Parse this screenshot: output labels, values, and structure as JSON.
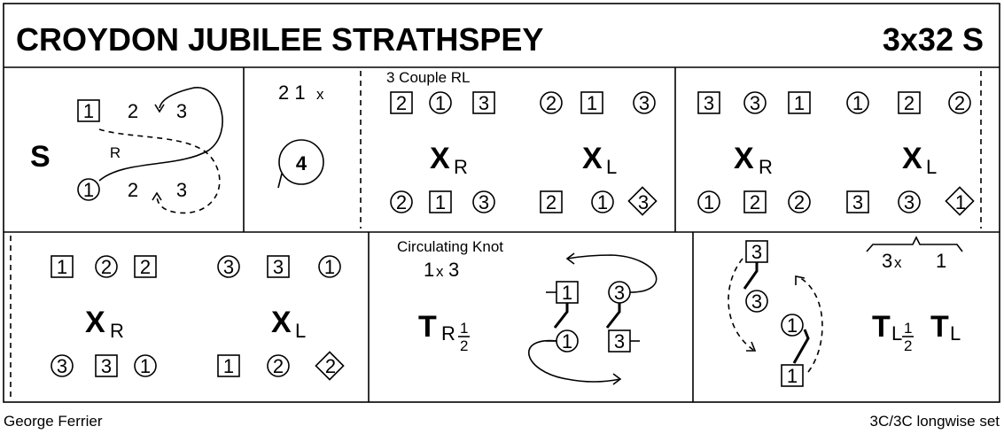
{
  "title": "CROYDON JUBILEE STRATHSPEY",
  "format": "3x32 S",
  "author": "George Ferrier",
  "set_type": "3C/3C longwise set",
  "bar1_5": {
    "figure": "S",
    "top": [
      "1",
      "2",
      "3"
    ],
    "bottom": [
      "1",
      "2",
      "3"
    ],
    "side_label": "R"
  },
  "bar6_8": {
    "top": "2 1",
    "top_sub": "x",
    "circle": "4"
  },
  "reel_rights": {
    "label": "3 Couple RL",
    "left": {
      "top": [
        "2",
        "1",
        "3"
      ],
      "letter": "X",
      "sub": "R",
      "bottom": [
        "2",
        "1",
        "3"
      ]
    },
    "right": {
      "top": [
        "2",
        "1",
        "3"
      ],
      "letter": "X",
      "sub": "L",
      "bottom": [
        "2",
        "1",
        "3"
      ]
    }
  },
  "reel_2": {
    "left": {
      "top": [
        "3",
        "3",
        "1"
      ],
      "letter": "X",
      "sub": "R",
      "bottom": [
        "1",
        "2",
        "2"
      ]
    },
    "right": {
      "top": [
        "1",
        "2",
        "2"
      ],
      "letter": "X",
      "sub": "L",
      "bottom": [
        "3",
        "3",
        "1"
      ]
    }
  },
  "reel_3": {
    "left": {
      "top": [
        "1",
        "2",
        "2"
      ],
      "letter": "X",
      "sub": "R",
      "bottom": [
        "3",
        "3",
        "1"
      ]
    },
    "right": {
      "top": [
        "3",
        "3",
        "1"
      ],
      "letter": "X",
      "sub": "L",
      "bottom": [
        "1",
        "2",
        "2"
      ]
    }
  },
  "knot": {
    "label": "Circulating Knot",
    "who": "1",
    "who_sub": "x",
    "who2": "3",
    "letter": "T",
    "sub": "R",
    "frac_num": "1",
    "frac_den": "2",
    "nums": [
      "1",
      "3",
      "1",
      "3"
    ]
  },
  "final": {
    "top_left": "3",
    "top_sub": "x",
    "top_right": "1",
    "nums": [
      "3",
      "3",
      "1",
      "1"
    ],
    "letter1": "T",
    "sub1": "L",
    "frac_num": "1",
    "frac_den": "2",
    "letter2": "T",
    "sub2": "L"
  }
}
